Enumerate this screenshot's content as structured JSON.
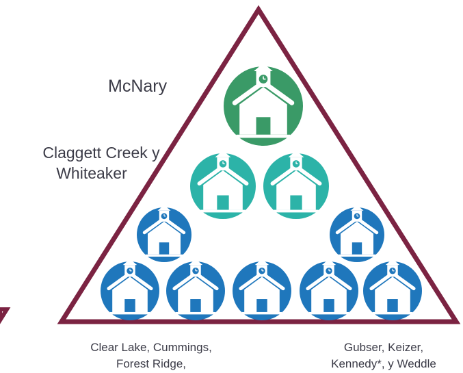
{
  "colors": {
    "triangle_outline": "#7b2342",
    "high_school": "#3a9a67",
    "middle_school": "#2cb3a8",
    "elementary_school": "#1f77bc",
    "house_fill": "#ffffff",
    "label_text": "#3b3b47"
  },
  "icon_name": "school-house-icon",
  "labels": {
    "high": "McNary",
    "middle_line1": "Claggett Creek y",
    "middle_line2": "Whiteaker",
    "elementary_left_line1": "Clear Lake, Cummings,",
    "elementary_left_line2": "Forest Ridge,",
    "elementary_right_line1": "Gubser, Keizer,",
    "elementary_right_line2": "Kennedy*, y Weddle"
  },
  "tiers": {
    "high_count": 1,
    "middle_count": 2,
    "elementary_count": 7
  }
}
